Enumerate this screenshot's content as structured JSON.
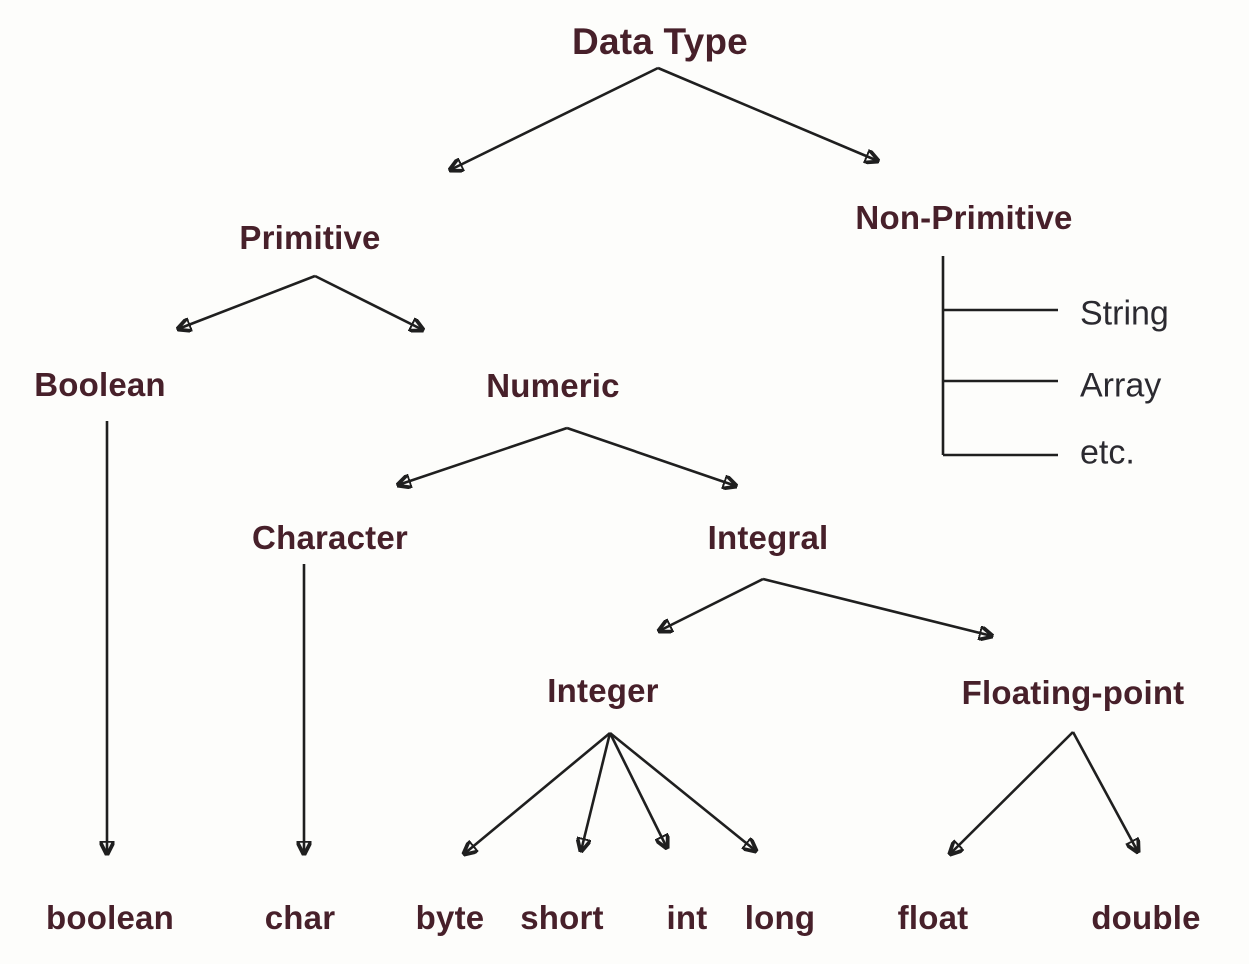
{
  "diagram": {
    "root": {
      "label": "Data Type"
    },
    "level1": {
      "primitive": {
        "label": "Primitive"
      },
      "non_primitive": {
        "label": "Non-Primitive",
        "references": [
          {
            "label": "String"
          },
          {
            "label": "Array"
          },
          {
            "label": "etc."
          }
        ]
      }
    },
    "level2": {
      "boolean": {
        "label": "Boolean"
      },
      "numeric": {
        "label": "Numeric"
      }
    },
    "level3": {
      "character": {
        "label": "Character"
      },
      "integral": {
        "label": "Integral"
      }
    },
    "level4": {
      "integer": {
        "label": "Integer"
      },
      "floating_point": {
        "label": "Floating-point"
      }
    },
    "leaves": {
      "boolean": {
        "label": "boolean"
      },
      "char": {
        "label": "char"
      },
      "byte": {
        "label": "byte"
      },
      "short": {
        "label": "short"
      },
      "int": {
        "label": "int"
      },
      "long": {
        "label": "long"
      },
      "float": {
        "label": "float"
      },
      "double": {
        "label": "double"
      }
    }
  },
  "colors": {
    "node_text": "#47202a",
    "reference_text": "#2b2a30",
    "connector": "#1f1f1f",
    "background": "#fdfdfb"
  }
}
